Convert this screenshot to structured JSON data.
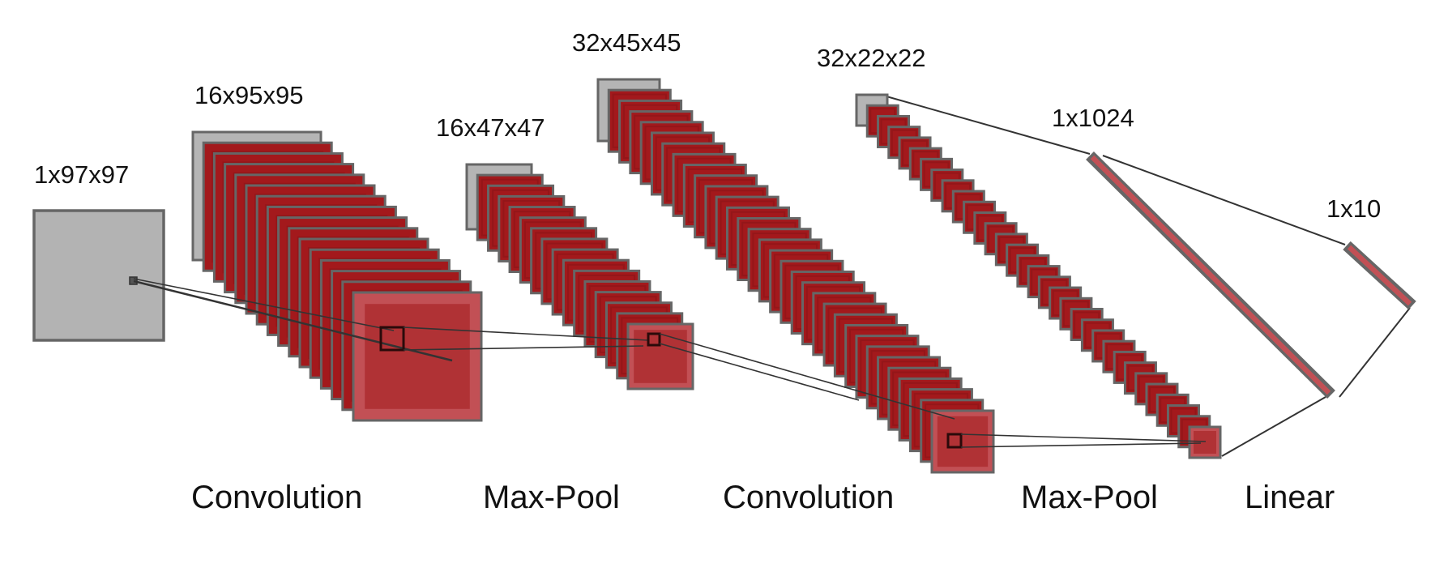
{
  "layers": [
    {
      "key": "input",
      "label": "1x97x97",
      "slices": 1
    },
    {
      "key": "conv1",
      "label": "16x95x95",
      "slices": 16
    },
    {
      "key": "pool1",
      "label": "16x47x47",
      "slices": 16
    },
    {
      "key": "conv2",
      "label": "32x45x45",
      "slices": 32
    },
    {
      "key": "pool2",
      "label": "32x22x22",
      "slices": 32
    },
    {
      "key": "fc1",
      "label": "1x1024"
    },
    {
      "key": "fc2",
      "label": "1x10"
    }
  ],
  "operations": [
    "Convolution",
    "Max-Pool",
    "Convolution",
    "Max-Pool",
    "Linear"
  ],
  "colors": {
    "first_slice": "#b5b5b5",
    "slice_fill": "#a3191c",
    "slice_inner": "#8a1417",
    "last_slice": "#c25055",
    "outline": "#666666",
    "input_fill": "#b3b3b3",
    "link": "#333333"
  }
}
